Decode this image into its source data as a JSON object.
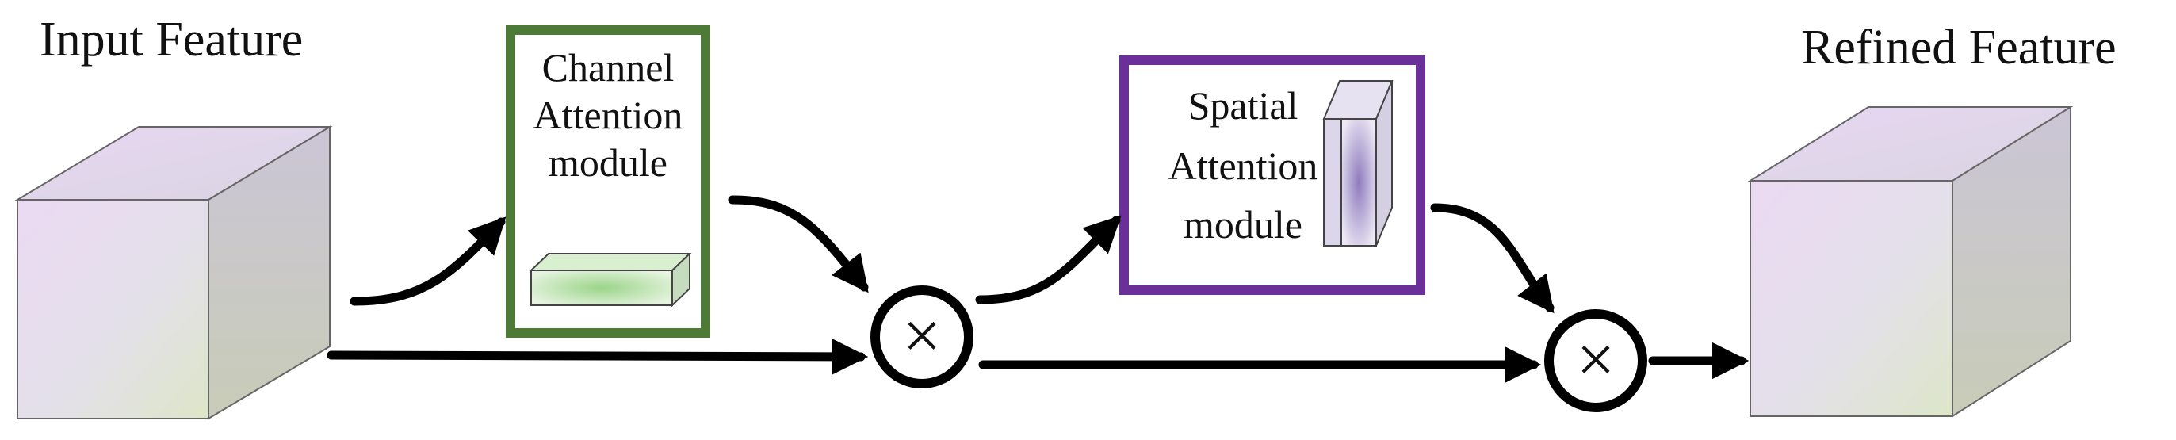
{
  "labels": {
    "input_feature": "Input Feature",
    "refined_feature": "Refined Feature"
  },
  "channel_module": {
    "line1": "Channel",
    "line2": "Attention",
    "line3": "module",
    "border_color": "#4e7a37"
  },
  "spatial_module": {
    "line1": "Spatial",
    "line2": "Attention",
    "line3": "module",
    "border_color": "#6a2f98"
  },
  "operator_symbol": "×",
  "colors": {
    "line": "#000000",
    "cube_front_light": "#ecdcf2",
    "cube_front_dark": "#d8dfc6",
    "channel_bar": "#a9d89a",
    "spatial_plane": "#9b88c6"
  }
}
